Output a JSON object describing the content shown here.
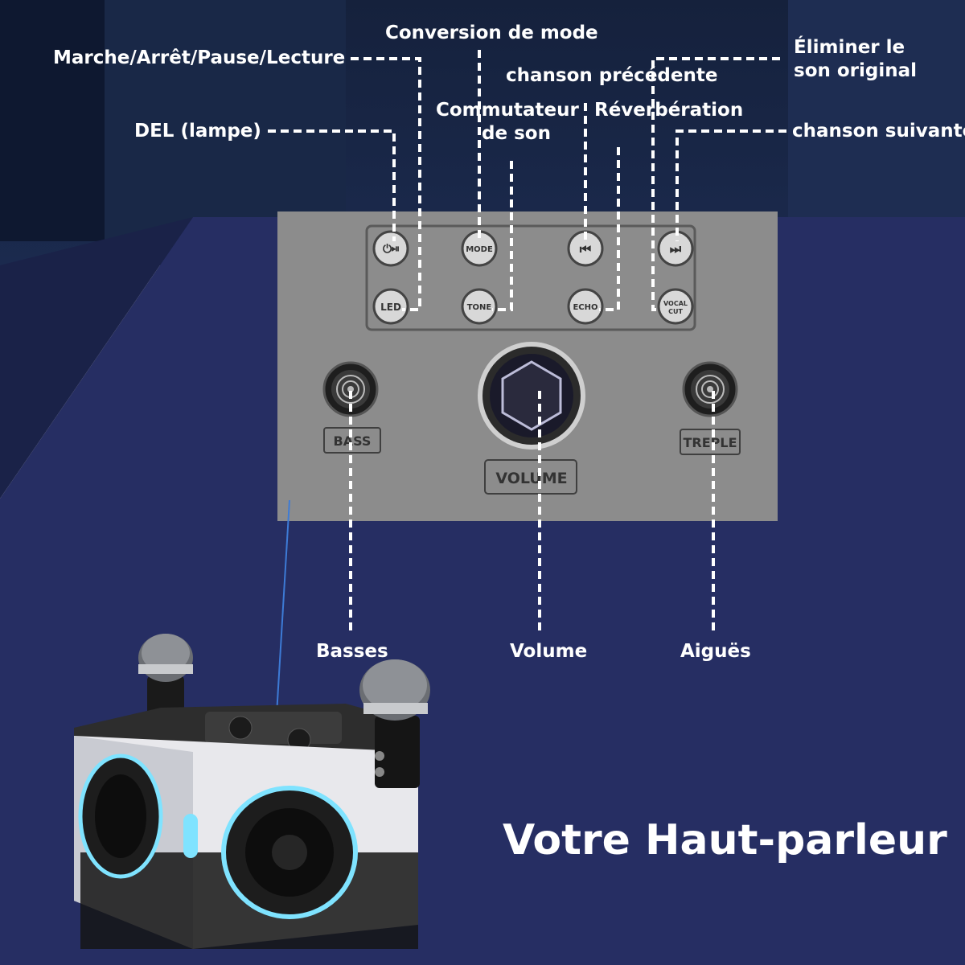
{
  "labels": {
    "power": "Marche/Arrêt/Pause/Lecture",
    "mode_conv": "Conversion de mode",
    "prev": "chanson précédente",
    "vocal_line1": "Éliminer le",
    "vocal_line2": "son original",
    "sound_switch_line1": "Commutateur",
    "sound_switch_line2": "de son",
    "reverb": "Réverbération",
    "led": "DEL (lampe)",
    "next": "chanson suivante",
    "bass": "Basses",
    "volume": "Volume",
    "treble": "Aiguës"
  },
  "panel": {
    "buttons_top": {
      "power": "icon: play-pause-icon",
      "mode": "MODE",
      "prev": "icon: previous-icon",
      "next": "icon: next-icon"
    },
    "buttons_bottom": {
      "led": "LED",
      "tone": "TONE",
      "echo": "ECHO",
      "vocal_line1": "VOCAL",
      "vocal_line2": "CUT"
    },
    "knob_bass": "BASS",
    "knob_volume": "VOLUME",
    "knob_treble": "TREPLE"
  },
  "title": "Votre Haut-parleur",
  "colors": {
    "background_top": "#15213c",
    "floor": "#262e63",
    "panel": "#8a8a8a",
    "label": "#ffffff",
    "speaker_glow": "#7fe3ff"
  }
}
